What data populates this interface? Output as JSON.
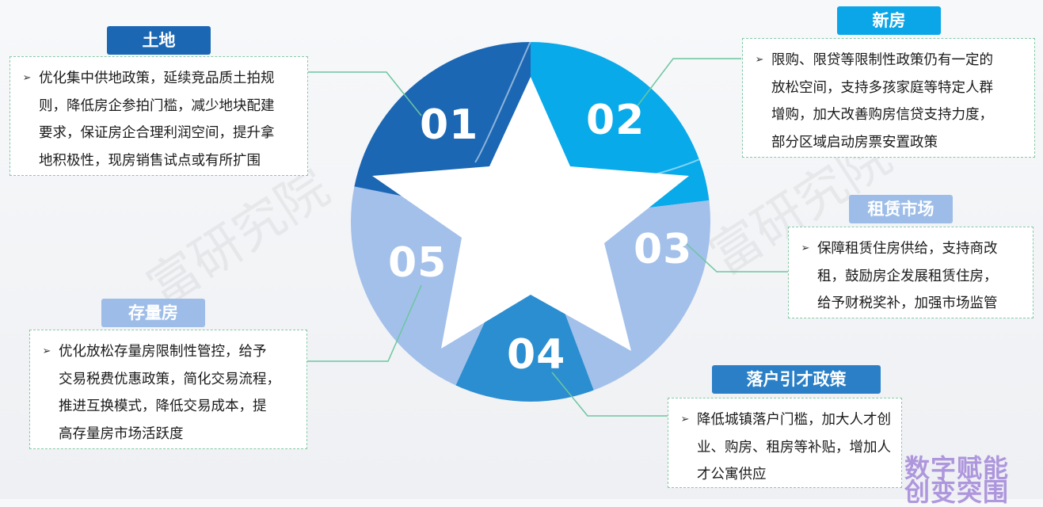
{
  "sections": [
    {
      "id": "01",
      "title": "土地",
      "title_color": "#1b67b4",
      "lines": [
        "优化集中供地政策，延续竞品质土拍规",
        "则，降低房企参拍门槛，减少地块配建",
        "要求，保证房企合理利润空间，提升拿",
        "地积极性，现房销售试点或有所扩围"
      ]
    },
    {
      "id": "02",
      "title": "新房",
      "title_color": "#0aa6e8",
      "lines": [
        "限购、限贷等限制性政策仍有一定的",
        "放松空间，支持多孩家庭等特定人群",
        "增购，加大改善购房信贷支持力度，",
        "部分区域启动房票安置政策"
      ]
    },
    {
      "id": "03",
      "title": "租赁市场",
      "title_color": "#9dbde8",
      "lines": [
        "保障租赁住房供给，支持商改",
        "租，鼓励房企发展租赁住房，",
        "给予财税奖补，加强市场监管"
      ]
    },
    {
      "id": "04",
      "title": "落户引才政策",
      "title_color": "#2a7fc6",
      "lines": [
        "降低城镇落户门槛，加大人才创",
        "业、购房、租房等补贴，增加人",
        "才公寓供应"
      ]
    },
    {
      "id": "05",
      "title": "存量房",
      "title_color": "#9dbde8",
      "lines": [
        "优化放松存量房限制性管控，给予",
        "交易税费优惠政策，简化交易流程，",
        "推进互换模式，降低交易成本，提",
        "高存量房市场活跃度"
      ]
    }
  ],
  "bullet_glyph": "➢",
  "watermark_text": "富研究院",
  "logo_lines": [
    "数字赋能",
    "创变突围"
  ],
  "colors": {
    "seg01": "#1b67b4",
    "seg02": "#09aaea",
    "seg03": "#a3c0ea",
    "seg04": "#2a8ed0",
    "seg05": "#a3c0ea",
    "connector": "#6cc6a0"
  }
}
